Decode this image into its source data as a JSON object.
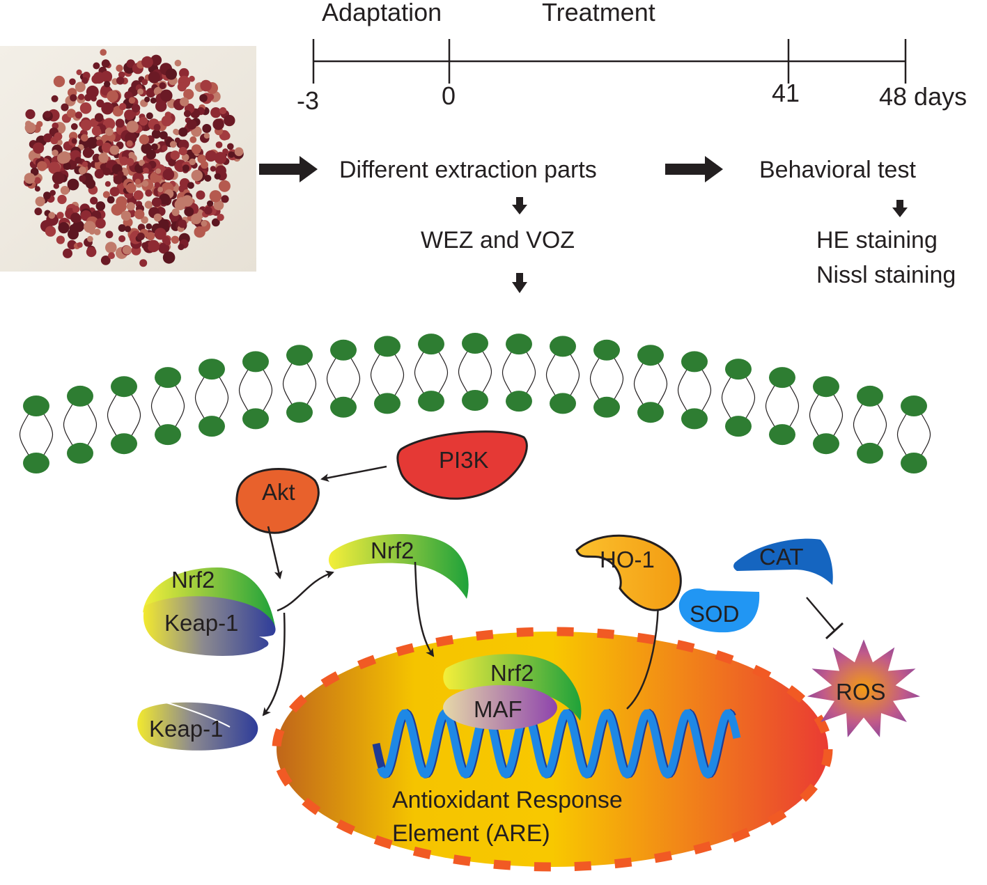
{
  "timeline": {
    "phase_adaptation": "Adaptation",
    "phase_treatment": "Treatment",
    "ticks": [
      "-3",
      "0",
      "41",
      "48 days"
    ]
  },
  "workflow": {
    "extraction": "Different extraction parts",
    "behavioral": "Behavioral test",
    "extracts": "WEZ and VOZ",
    "stain_he": "HE staining",
    "stain_nissl": "Nissl staining"
  },
  "pathway": {
    "pi3k": "PI3K",
    "akt": "Akt",
    "nrf2_complex": "Nrf2",
    "keap1_complex": "Keap-1",
    "nrf2_free": "Nrf2",
    "keap1_free": "Keap-1",
    "nrf2_nuclear": "Nrf2",
    "maf": "MAF",
    "are_line1": "Antioxidant Response",
    "are_line2": "Element (ARE)",
    "ho1": "HO-1",
    "cat": "CAT",
    "sod": "SOD",
    "ros": "ROS"
  },
  "colors": {
    "membrane_head": "#2e7d32",
    "pi3k": "#e53935",
    "akt": "#e8612c",
    "nucleus_border": "#f15a24",
    "dna_dark": "#1f3a93",
    "dna_light": "#1e88e5",
    "ho1": "#f9a825",
    "cat": "#1565c0",
    "sod": "#2196f3"
  }
}
